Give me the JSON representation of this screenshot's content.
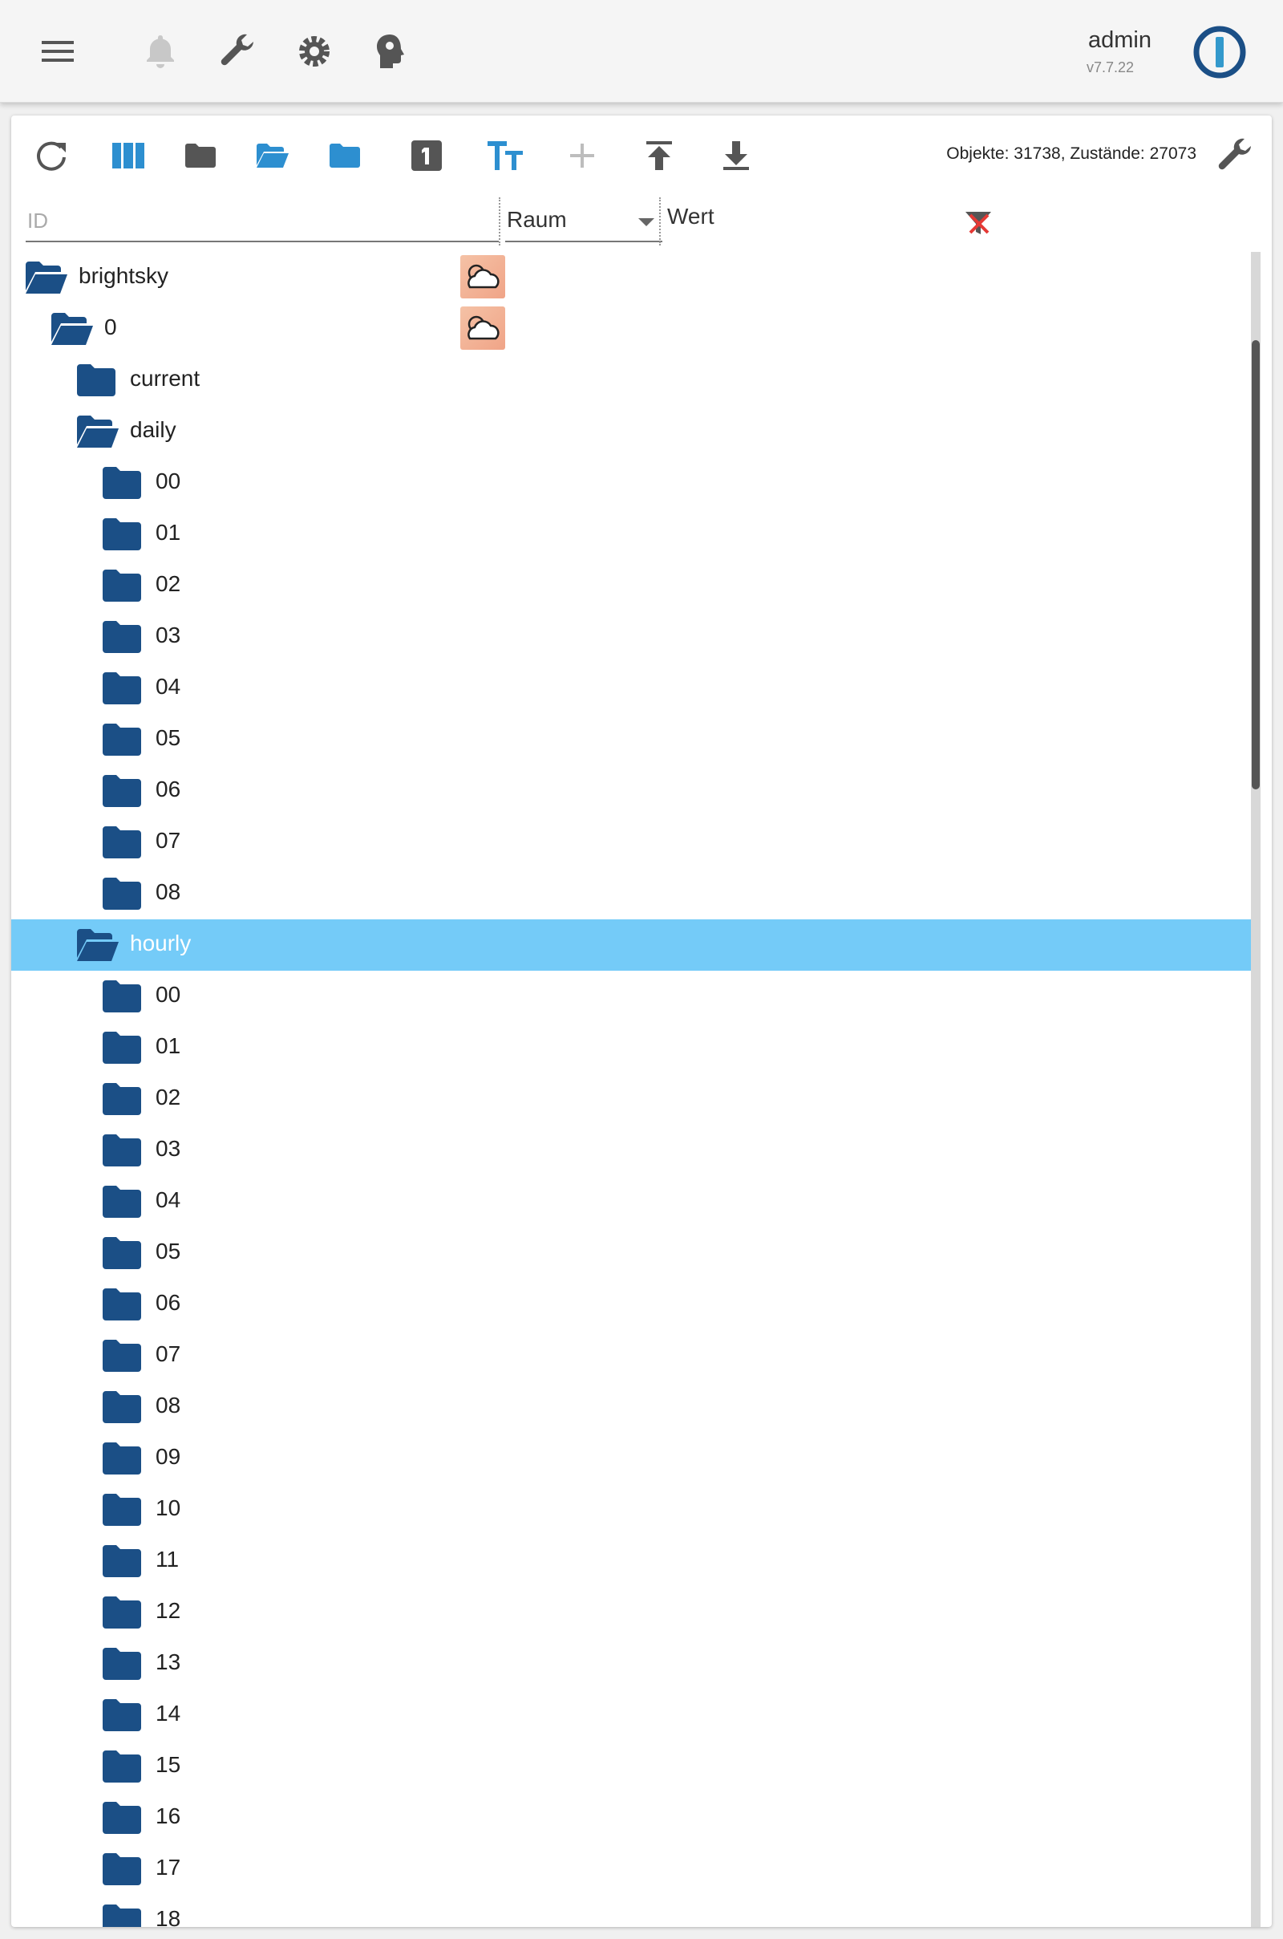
{
  "appbar": {
    "user_name": "admin",
    "version": "v7.7.22",
    "icons": [
      "menu-icon",
      "bell-icon",
      "wrench-icon",
      "settings-gear-icon",
      "expert-mode-head-icon",
      "iobroker-logo"
    ]
  },
  "toolbar": {
    "icons": [
      "refresh-icon",
      "columns-icon",
      "folder-collapse-icon",
      "folder-open-icon",
      "folder-expand-icon",
      "number-one-icon",
      "text-size-icon",
      "add-icon",
      "upload-icon",
      "download-icon"
    ],
    "stats": "Objekte: 31738, Zustände: 27073",
    "settings_icon": "wrench-icon"
  },
  "filters": {
    "id_placeholder": "ID",
    "room_label": "Raum",
    "value_header": "Wert",
    "clear_icon": "filter-clear-icon"
  },
  "tree": {
    "rows": [
      {
        "label": "brightsky",
        "level": 0,
        "open": true,
        "adapter_icon": true
      },
      {
        "label": "0",
        "level": 1,
        "open": true,
        "adapter_icon": true
      },
      {
        "label": "current",
        "level": 2,
        "open": false
      },
      {
        "label": "daily",
        "level": 2,
        "open": true
      },
      {
        "label": "00",
        "level": 3,
        "open": false
      },
      {
        "label": "01",
        "level": 3,
        "open": false
      },
      {
        "label": "02",
        "level": 3,
        "open": false
      },
      {
        "label": "03",
        "level": 3,
        "open": false
      },
      {
        "label": "04",
        "level": 3,
        "open": false
      },
      {
        "label": "05",
        "level": 3,
        "open": false
      },
      {
        "label": "06",
        "level": 3,
        "open": false
      },
      {
        "label": "07",
        "level": 3,
        "open": false
      },
      {
        "label": "08",
        "level": 3,
        "open": false
      },
      {
        "label": "hourly",
        "level": 2,
        "open": true,
        "selected": true
      },
      {
        "label": "00",
        "level": 3,
        "open": false
      },
      {
        "label": "01",
        "level": 3,
        "open": false
      },
      {
        "label": "02",
        "level": 3,
        "open": false
      },
      {
        "label": "03",
        "level": 3,
        "open": false
      },
      {
        "label": "04",
        "level": 3,
        "open": false
      },
      {
        "label": "05",
        "level": 3,
        "open": false
      },
      {
        "label": "06",
        "level": 3,
        "open": false
      },
      {
        "label": "07",
        "level": 3,
        "open": false
      },
      {
        "label": "08",
        "level": 3,
        "open": false
      },
      {
        "label": "09",
        "level": 3,
        "open": false
      },
      {
        "label": "10",
        "level": 3,
        "open": false
      },
      {
        "label": "11",
        "level": 3,
        "open": false
      },
      {
        "label": "12",
        "level": 3,
        "open": false
      },
      {
        "label": "13",
        "level": 3,
        "open": false
      },
      {
        "label": "14",
        "level": 3,
        "open": false
      },
      {
        "label": "15",
        "level": 3,
        "open": false
      },
      {
        "label": "16",
        "level": 3,
        "open": false
      },
      {
        "label": "17",
        "level": 3,
        "open": false
      },
      {
        "label": "18",
        "level": 3,
        "open": false
      }
    ]
  },
  "colors": {
    "folder": "#1b4f86",
    "accent": "#2d8fd0",
    "selected_row": "#74cbf8",
    "icon_gray": "#555555"
  }
}
